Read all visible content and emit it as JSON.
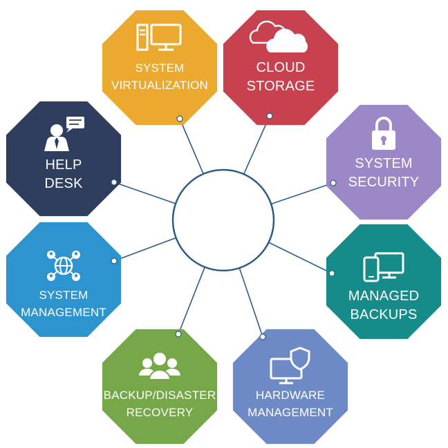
{
  "hub": {
    "label": ""
  },
  "services": [
    {
      "id": "system-virtualization",
      "lines": [
        "SYSTEM",
        "VIRTUALIZATION"
      ],
      "color": "#EBA92F",
      "icon": "desktop-computer-icon"
    },
    {
      "id": "cloud-storage",
      "lines": [
        "CLOUD",
        "STORAGE"
      ],
      "color": "#C8414F",
      "icon": "cloud-icon"
    },
    {
      "id": "system-security",
      "lines": [
        "SYSTEM",
        "SECURITY"
      ],
      "color": "#9C88C6",
      "icon": "padlock-icon"
    },
    {
      "id": "managed-backups",
      "lines": [
        "MANAGED",
        "BACKUPS"
      ],
      "color": "#168C8A",
      "icon": "monitor-and-tablet-icon"
    },
    {
      "id": "hardware-management",
      "lines": [
        "HARDWARE",
        "MANAGEMENT"
      ],
      "color": "#6E8AC6",
      "icon": "monitor-with-shield-icon"
    },
    {
      "id": "backup-disaster-recovery",
      "lines": [
        "BACKUP/DISASTER",
        "RECOVERY"
      ],
      "color": "#76A849",
      "icon": "user-group-icon"
    },
    {
      "id": "system-management",
      "lines": [
        "SYSTEM",
        "MANAGEMENT"
      ],
      "color": "#2E94D0",
      "icon": "globe-network-icon"
    },
    {
      "id": "help-desk",
      "lines": [
        "HELP",
        "DESK"
      ],
      "color": "#2F3E5E",
      "icon": "support-agent-chat-icon"
    }
  ],
  "colors": {
    "connector": "#2E5B86",
    "hub_border": "#2E5B86",
    "background": "#FFFFFF"
  }
}
